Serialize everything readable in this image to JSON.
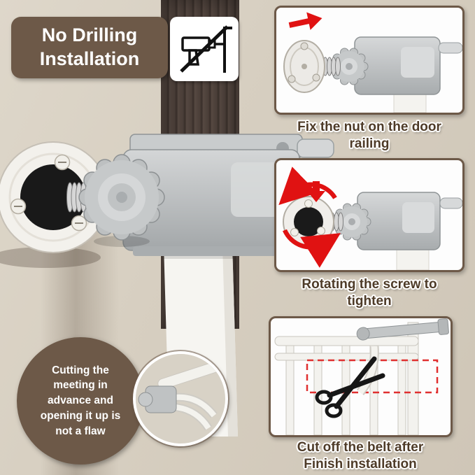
{
  "badge": {
    "text": "No Drilling Installation"
  },
  "steps": [
    {
      "label": "Fix the nut on the door railing"
    },
    {
      "label": "Rotating the screw to tighten"
    },
    {
      "label": "Cut off the belt after Finish installation"
    }
  ],
  "note": {
    "text": "Cutting the meeting in advance and opening it up is not a flaw"
  },
  "icons": {
    "no_drill": "crossed-out drill",
    "step1_arrow": "red arrow pointing right",
    "step2_rotate": "red circular rotation arrows",
    "step3_scissors": "black scissors cutting belt"
  },
  "colors": {
    "brown": "#6d5948",
    "label": "#4e3b28",
    "red": "#e01212",
    "wall": "#d4ccbf",
    "wood": "#4a3e37",
    "metal": "#bcbfc0"
  }
}
